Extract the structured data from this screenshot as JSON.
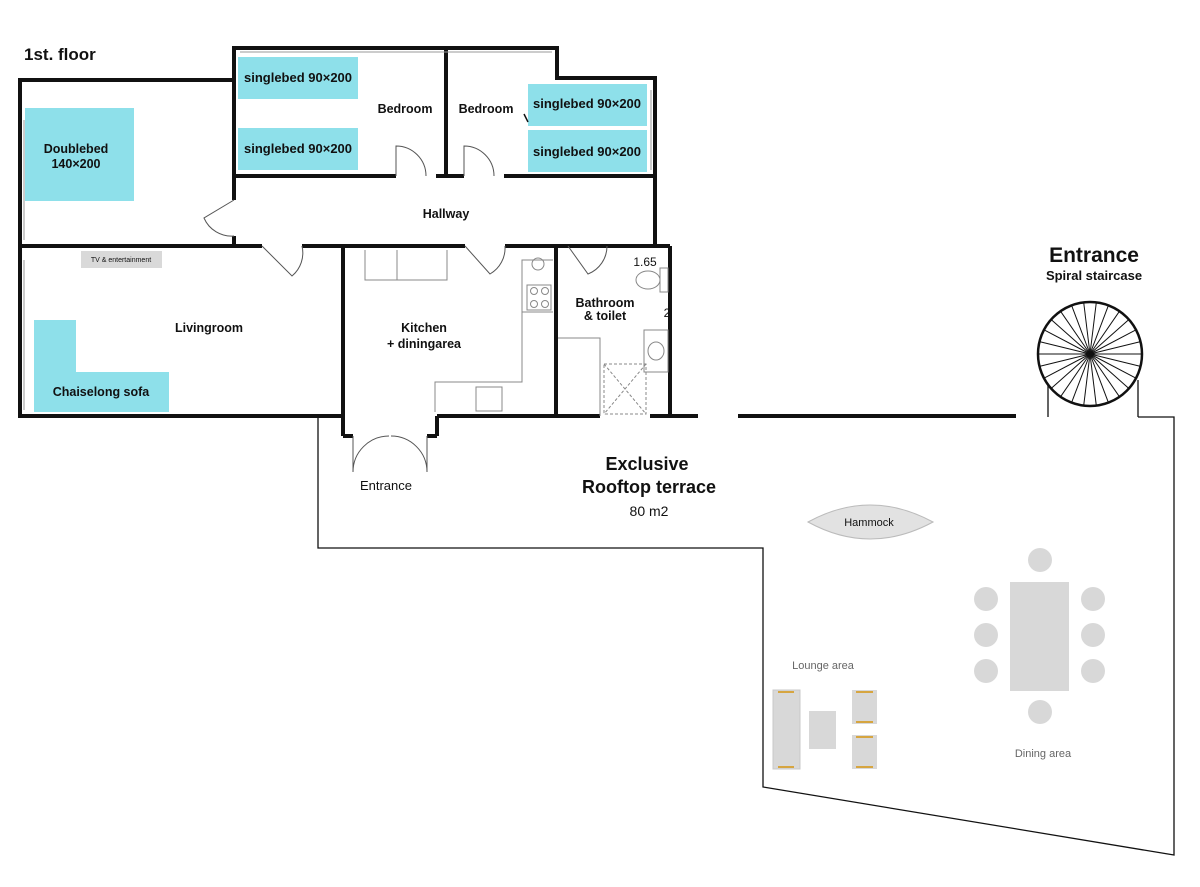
{
  "floor_label": "1st. floor",
  "rooms": {
    "bedroom_1": "Bedroom",
    "bedroom_2": "Bedroom",
    "hallway": "Hallway",
    "livingroom": "Livingroom",
    "kitchen_line1": "Kitchen",
    "kitchen_line2": "+ diningarea",
    "bathroom_line1": "Bathroom",
    "bathroom_line2": "& toilet",
    "entrance": "Entrance"
  },
  "furniture": {
    "doublebed_line1": "Doublebed",
    "doublebed_line2": "140×200",
    "singlebed_a": "singlebed 90×200",
    "singlebed_b": "singlebed 90×200",
    "singlebed_c": "singlebed 90×200",
    "singlebed_d": "singlebed 90×200",
    "tv": "TV & entertainment",
    "sofa": "Chaiselong sofa"
  },
  "dimensions": {
    "bath_height": "1.65",
    "bath_side": "2"
  },
  "terrace": {
    "line1": "Exclusive",
    "line2": "Rooftop terrace",
    "area": "80 m2",
    "hammock": "Hammock",
    "lounge": "Lounge area",
    "dining": "Dining area"
  },
  "stair_entrance": {
    "title": "Entrance",
    "subtitle": "Spiral staircase"
  }
}
